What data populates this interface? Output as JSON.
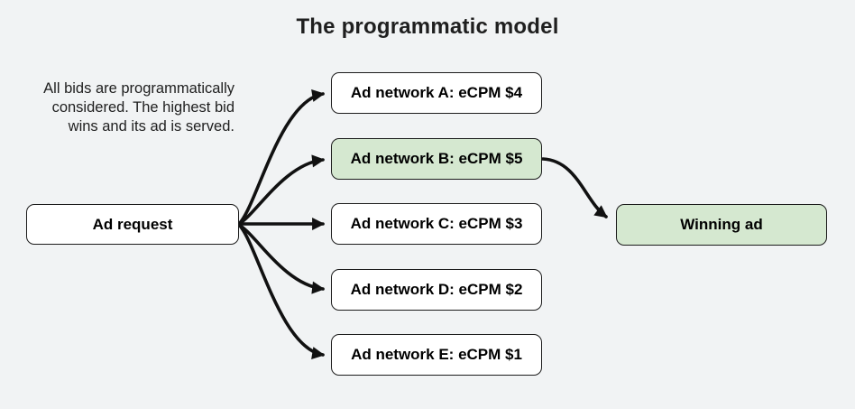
{
  "title": "The programmatic model",
  "description": "All bids are programmatically\nconsidered. The highest bid\nwins and its ad is served.",
  "nodes": {
    "ad_request": "Ad request",
    "winning_ad": "Winning ad"
  },
  "networks": [
    {
      "label": "Ad network A: eCPM $4",
      "ecpm_usd": 4,
      "highlighted": false
    },
    {
      "label": "Ad network B: eCPM $5",
      "ecpm_usd": 5,
      "highlighted": true
    },
    {
      "label": "Ad network C: eCPM $3",
      "ecpm_usd": 3,
      "highlighted": false
    },
    {
      "label": "Ad network D: eCPM $2",
      "ecpm_usd": 2,
      "highlighted": false
    },
    {
      "label": "Ad network E: eCPM $1",
      "ecpm_usd": 1,
      "highlighted": false
    }
  ],
  "colors": {
    "background": "#f1f3f4",
    "box-fill": "#ffffff",
    "highlight-fill": "#d5e8d0",
    "border": "#1c1c1c",
    "arrow": "#111111",
    "text": "#1f1f1f"
  }
}
